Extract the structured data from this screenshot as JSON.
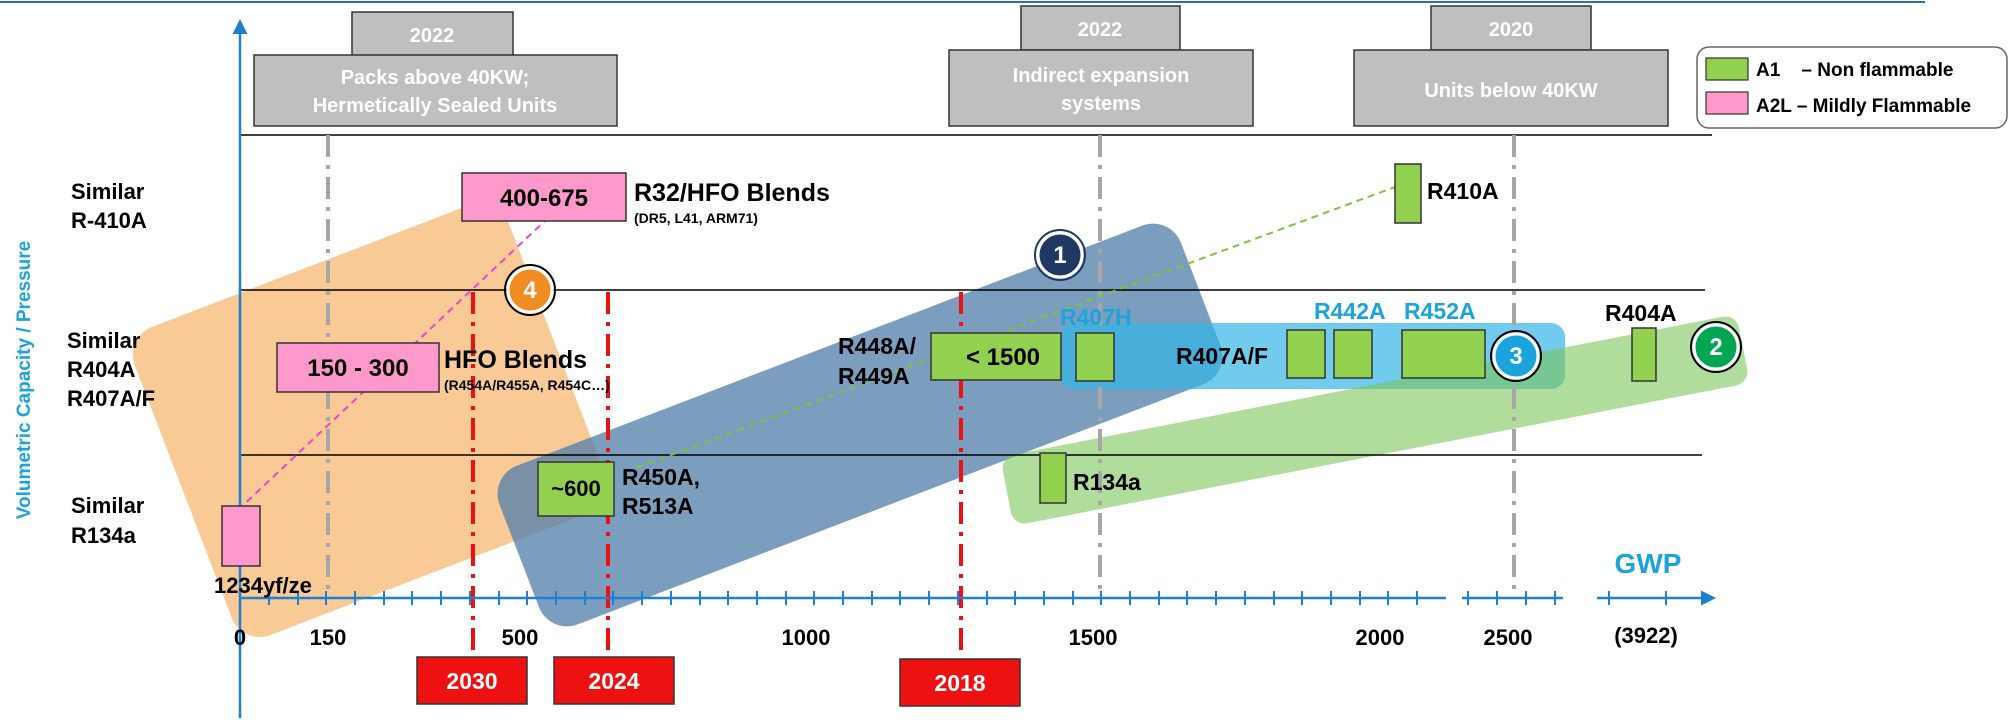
{
  "y_axis_title": "Volumetric Capacity / Pressure",
  "rows": [
    {
      "line1": "Similar",
      "line2": "R-410A",
      "line3": ""
    },
    {
      "line1": "Similar",
      "line2": "R404A",
      "line3": "R407A/F"
    },
    {
      "line1": "Similar",
      "line2": "R134a",
      "line3": ""
    }
  ],
  "x_axis": {
    "title": "GWP",
    "ticks": [
      "0",
      "150",
      "500",
      "1000",
      "1500",
      "2000",
      "2500",
      "(3922)"
    ]
  },
  "header_boxes": [
    {
      "year": "2022",
      "line1": "Packs above 40KW;",
      "line2": "Hermetically Sealed Units"
    },
    {
      "year": "2022",
      "line1": "Indirect expansion",
      "line2": "systems"
    },
    {
      "year": "2020",
      "line1": "Units below 40KW",
      "line2": ""
    }
  ],
  "deadlines": [
    "2030",
    "2024",
    "2018"
  ],
  "legend": [
    {
      "label": "A1    – Non flammable",
      "color": "#92d050"
    },
    {
      "label": "A2L – Mildly Flammable",
      "color": "#ff99cc"
    }
  ],
  "groups": [
    {
      "number": "1",
      "color": "#1f3864"
    },
    {
      "number": "2",
      "color": "#00a651"
    },
    {
      "number": "3",
      "color": "#1aa3dc"
    },
    {
      "number": "4",
      "color": "#f08c21"
    }
  ],
  "refrigerants": {
    "r32_box": "400-675",
    "r32_label": "R32/HFO Blends",
    "r32_sub": "(DR5, L41, ARM71)",
    "hfo_box": "150 - 300",
    "hfo_label": "HFO Blends",
    "hfo_sub": "(R454A/R455A, R454C…)",
    "yf_label": "1234yf/ze",
    "r450_box": "~600",
    "r450_line1": "R450A,",
    "r450_line2": "R513A",
    "r448_box": "< 1500",
    "r448_line1": "R448A/",
    "r448_line2": "R449A",
    "r407h": "R407H",
    "r407af": "R407A/F",
    "r442a": "R442A",
    "r452a": "R452A",
    "r404a": "R404A",
    "r410a": "R410A",
    "r134a": "R134a"
  },
  "colors": {
    "a1_green": "#92d050",
    "a2l_pink": "#ff99cc",
    "axis_blue": "#1f7fd0",
    "deadline_red": "#ee1111",
    "header_grey": "#bfbfbf",
    "highlight_cyan": "#1aa3dc"
  }
}
